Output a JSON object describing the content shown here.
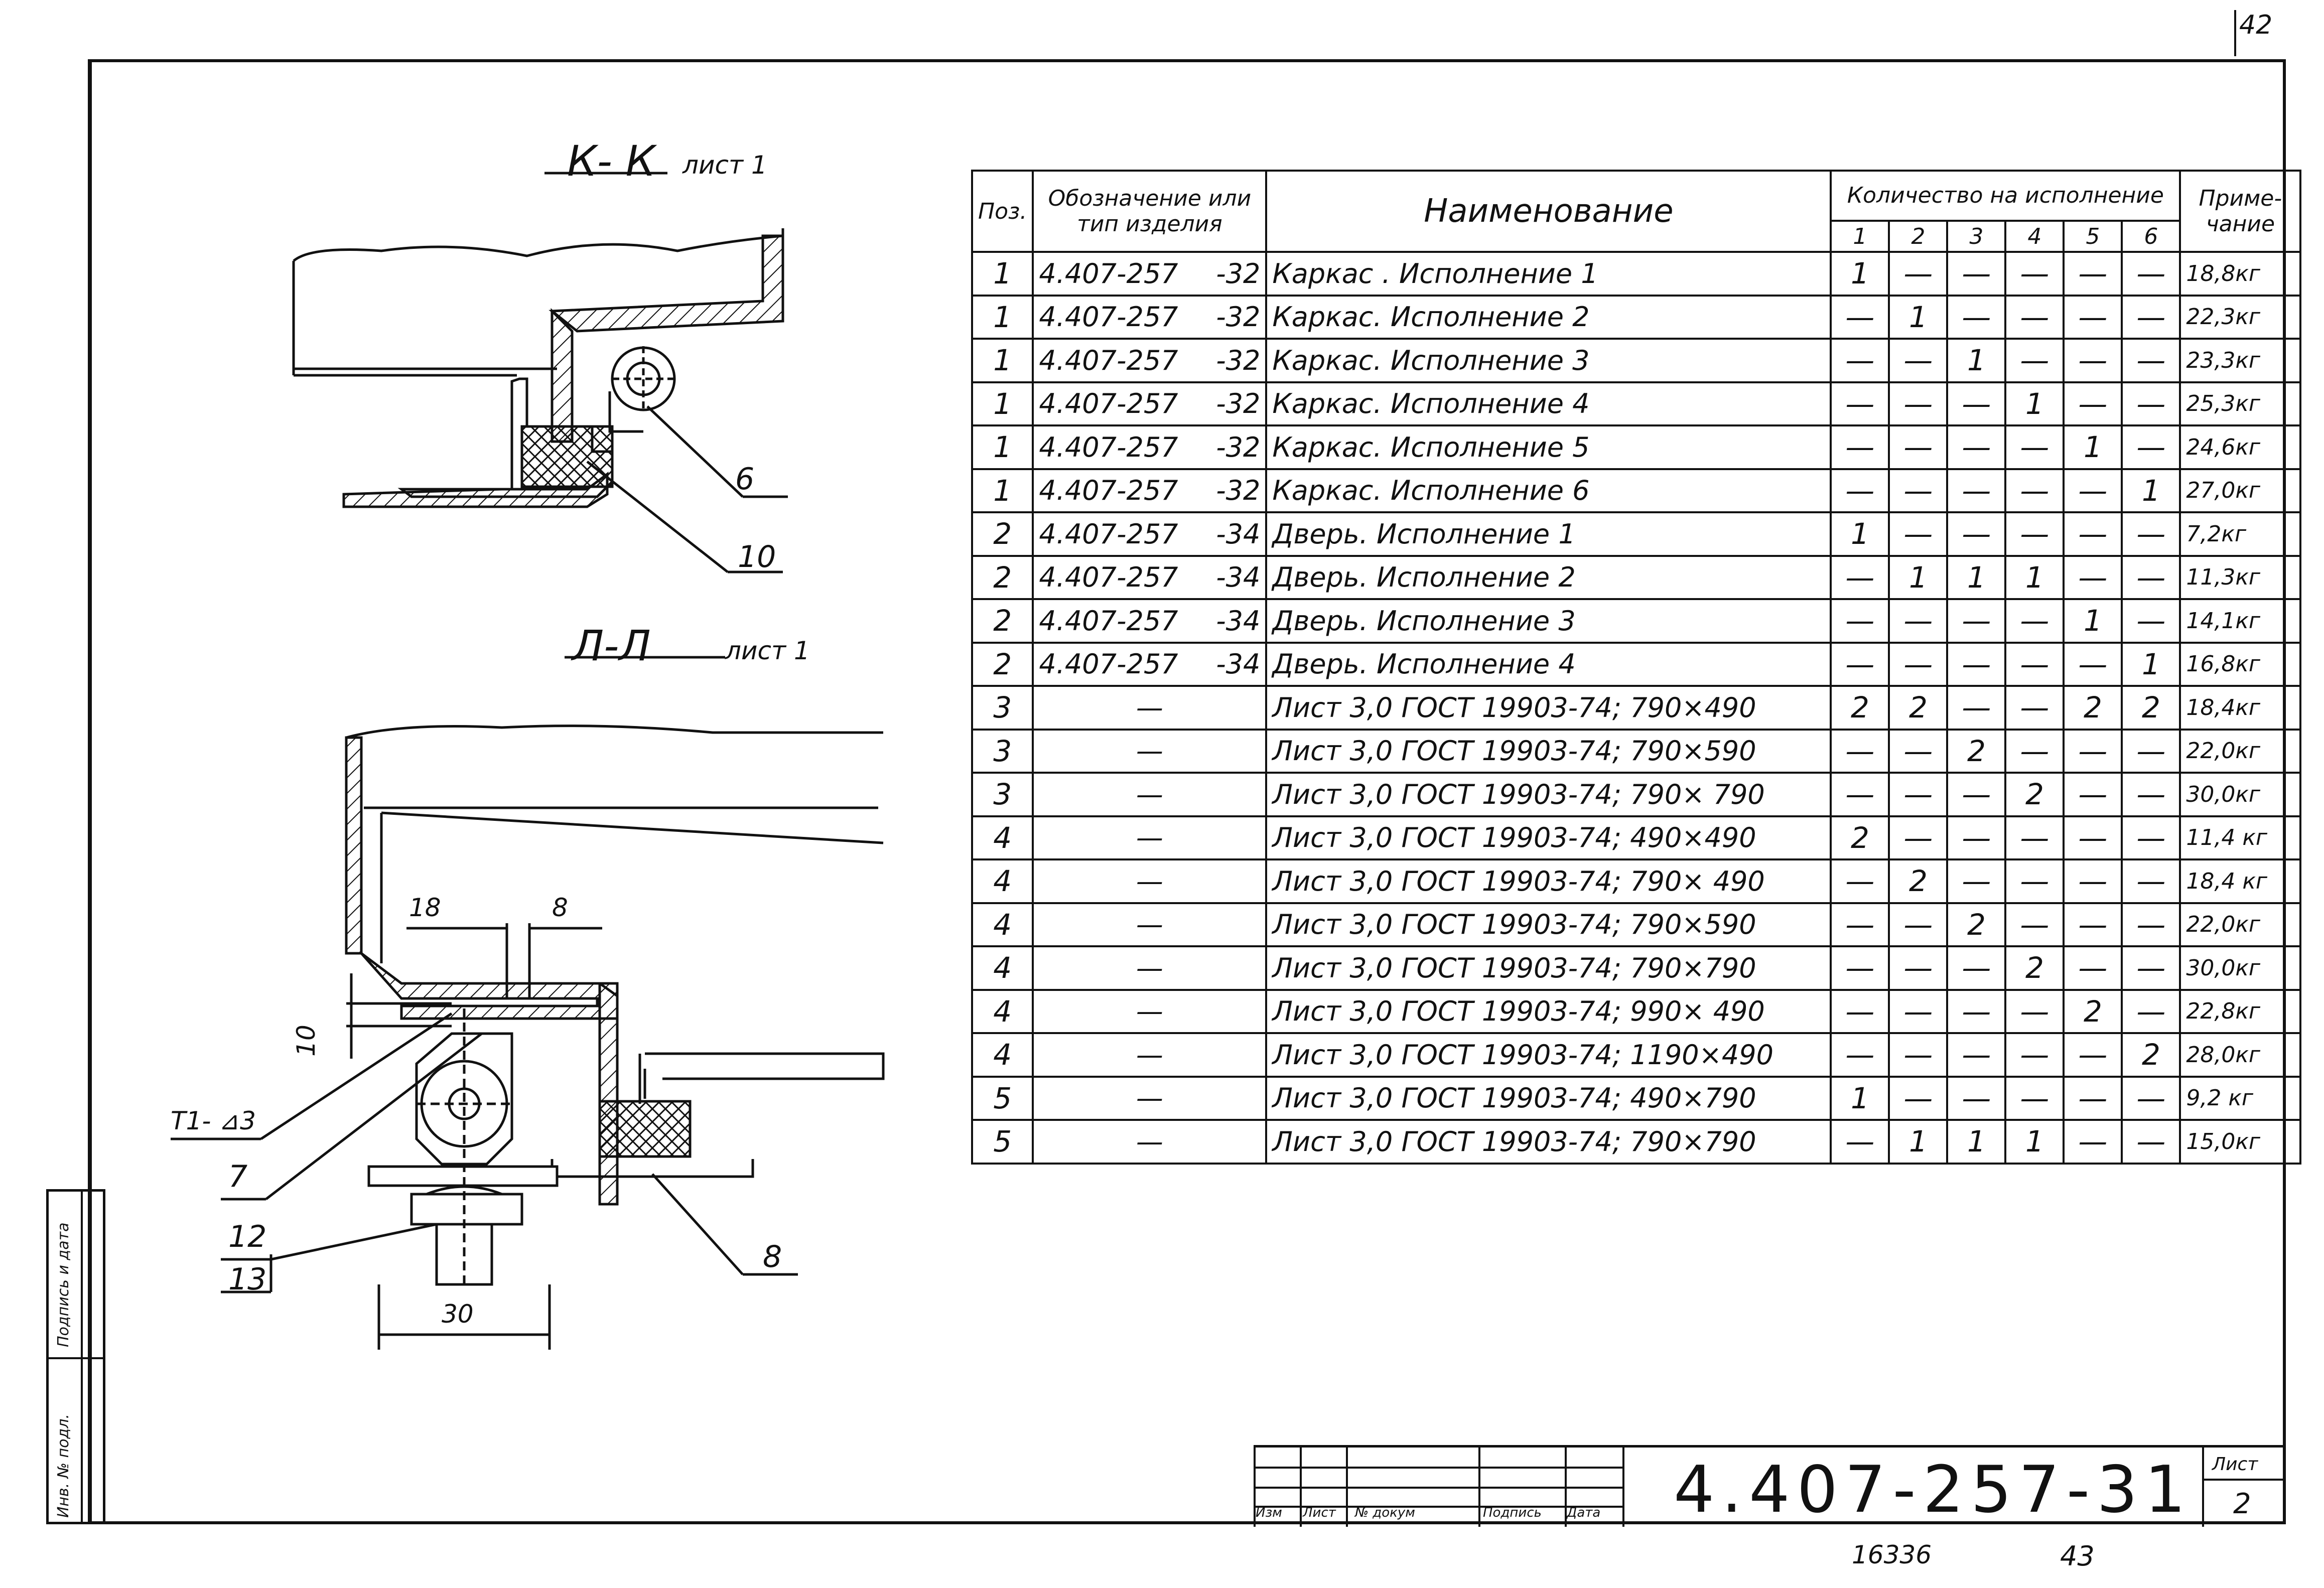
{
  "sheet_corner": "42",
  "views": {
    "kk_title": "К- К",
    "kk_sub": "лист 1",
    "ll_title": "Л-Л",
    "ll_sub": "лист 1",
    "callouts_kk": [
      "6",
      "10"
    ],
    "callouts_ll": [
      "7",
      "12",
      "13",
      "8"
    ],
    "dims_ll": [
      "18",
      "8",
      "10",
      "30"
    ],
    "weld_mark": "Т1- ⊿3"
  },
  "spec_table": {
    "headers": {
      "pos": "Поз.",
      "designation": "Обозначение или тип изделия",
      "name": "Наименование",
      "qty_group": "Количество на исполнение",
      "qty_cols": [
        "1",
        "2",
        "3",
        "4",
        "5",
        "6"
      ],
      "note": "Приме- чание"
    },
    "rows": [
      {
        "pos": "1",
        "des": "4.407-257",
        "suf": "-32",
        "name": "Каркас . Исполнение 1",
        "q": [
          "1",
          "—",
          "—",
          "—",
          "—",
          "—"
        ],
        "note": "18,8кг"
      },
      {
        "pos": "1",
        "des": "4.407-257",
        "suf": "-32",
        "name": "Каркас. Исполнение 2",
        "q": [
          "—",
          "1",
          "—",
          "—",
          "—",
          "—"
        ],
        "note": "22,3кг"
      },
      {
        "pos": "1",
        "des": "4.407-257",
        "suf": "-32",
        "name": "Каркас. Исполнение 3",
        "q": [
          "—",
          "—",
          "1",
          "—",
          "—",
          "—"
        ],
        "note": "23,3кг"
      },
      {
        "pos": "1",
        "des": "4.407-257",
        "suf": "-32",
        "name": "Каркас. Исполнение 4",
        "q": [
          "—",
          "—",
          "—",
          "1",
          "—",
          "—"
        ],
        "note": "25,3кг"
      },
      {
        "pos": "1",
        "des": "4.407-257",
        "suf": "-32",
        "name": "Каркас. Исполнение 5",
        "q": [
          "—",
          "—",
          "—",
          "—",
          "1",
          "—"
        ],
        "note": "24,6кг"
      },
      {
        "pos": "1",
        "des": "4.407-257",
        "suf": "-32",
        "name": "Каркас. Исполнение 6",
        "q": [
          "—",
          "—",
          "—",
          "—",
          "—",
          "1"
        ],
        "note": "27,0кг"
      },
      {
        "pos": "2",
        "des": "4.407-257",
        "suf": "-34",
        "name": "Дверь. Исполнение 1",
        "q": [
          "1",
          "—",
          "—",
          "—",
          "—",
          "—"
        ],
        "note": "7,2кг"
      },
      {
        "pos": "2",
        "des": "4.407-257",
        "suf": "-34",
        "name": "Дверь. Исполнение 2",
        "q": [
          "—",
          "1",
          "1",
          "1",
          "—",
          "—"
        ],
        "note": "11,3кг"
      },
      {
        "pos": "2",
        "des": "4.407-257",
        "suf": "-34",
        "name": "Дверь. Исполнение 3",
        "q": [
          "—",
          "—",
          "—",
          "—",
          "1",
          "—"
        ],
        "note": "14,1кг"
      },
      {
        "pos": "2",
        "des": "4.407-257",
        "suf": "-34",
        "name": "Дверь. Исполнение 4",
        "q": [
          "—",
          "—",
          "—",
          "—",
          "—",
          "1"
        ],
        "note": "16,8кг"
      },
      {
        "pos": "3",
        "des": "—",
        "suf": "",
        "name": "Лист 3,0 ГОСТ 19903-74; 790×490",
        "q": [
          "2",
          "2",
          "—",
          "—",
          "2",
          "2"
        ],
        "note": "18,4кг"
      },
      {
        "pos": "3",
        "des": "—",
        "suf": "",
        "name": "Лист 3,0 ГОСТ 19903-74; 790×590",
        "q": [
          "—",
          "—",
          "2",
          "—",
          "—",
          "—"
        ],
        "note": "22,0кг"
      },
      {
        "pos": "3",
        "des": "—",
        "suf": "",
        "name": "Лист 3,0 ГОСТ 19903-74; 790× 790",
        "q": [
          "—",
          "—",
          "—",
          "2",
          "—",
          "—"
        ],
        "note": "30,0кг"
      },
      {
        "pos": "4",
        "des": "—",
        "suf": "",
        "name": "Лист 3,0 ГОСТ 19903-74; 490×490",
        "q": [
          "2",
          "—",
          "—",
          "—",
          "—",
          "—"
        ],
        "note": "11,4 кг"
      },
      {
        "pos": "4",
        "des": "—",
        "suf": "",
        "name": "Лист 3,0 ГОСТ 19903-74; 790× 490",
        "q": [
          "—",
          "2",
          "—",
          "—",
          "—",
          "—"
        ],
        "note": "18,4 кг"
      },
      {
        "pos": "4",
        "des": "—",
        "suf": "",
        "name": "Лист 3,0 ГОСТ 19903-74; 790×590",
        "q": [
          "—",
          "—",
          "2",
          "—",
          "—",
          "—"
        ],
        "note": "22,0кг"
      },
      {
        "pos": "4",
        "des": "—",
        "suf": "",
        "name": "Лист 3,0 ГОСТ 19903-74; 790×790",
        "q": [
          "—",
          "—",
          "—",
          "2",
          "—",
          "—"
        ],
        "note": "30,0кг"
      },
      {
        "pos": "4",
        "des": "—",
        "suf": "",
        "name": "Лист 3,0 ГОСТ 19903-74; 990× 490",
        "q": [
          "—",
          "—",
          "—",
          "—",
          "2",
          "—"
        ],
        "note": "22,8кг"
      },
      {
        "pos": "4",
        "des": "—",
        "suf": "",
        "name": "Лист 3,0 ГОСТ 19903-74; 1190×490",
        "q": [
          "—",
          "—",
          "—",
          "—",
          "—",
          "2"
        ],
        "note": "28,0кг"
      },
      {
        "pos": "5",
        "des": "—",
        "suf": "",
        "name": "Лист 3,0 ГОСТ 19903-74; 490×790",
        "q": [
          "1",
          "—",
          "—",
          "—",
          "—",
          "—"
        ],
        "note": "9,2 кг"
      },
      {
        "pos": "5",
        "des": "—",
        "suf": "",
        "name": "Лист 3,0 ГОСТ 19903-74; 790×790",
        "q": [
          "—",
          "1",
          "1",
          "1",
          "—",
          "—"
        ],
        "note": "15,0кг"
      }
    ]
  },
  "binding_strip": {
    "inv": "Инв. № подл.",
    "sign": "Подпись и дата"
  },
  "title_block": {
    "code": "4.407-257-31",
    "labels": [
      "Изм",
      "Лист",
      "№ докум",
      "Подпись",
      "Дата"
    ],
    "sheet_label": "Лист",
    "sheet_no": "2"
  },
  "footer_numbers": {
    "left": "16336",
    "right": "43"
  }
}
